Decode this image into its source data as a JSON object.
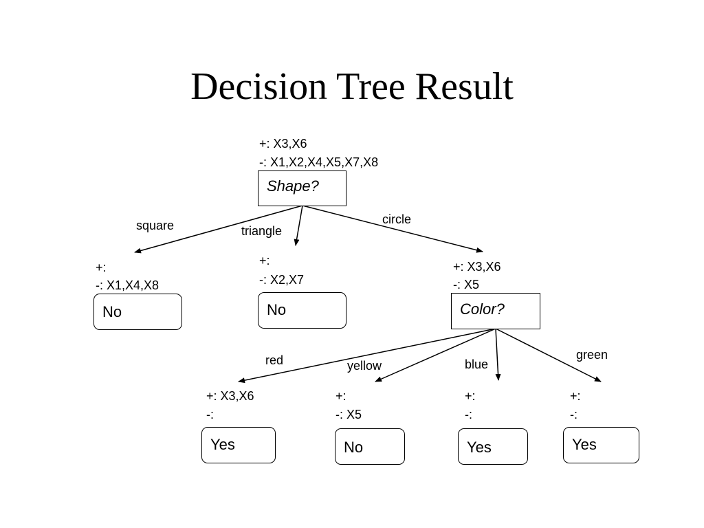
{
  "title": "Decision Tree Result",
  "root": {
    "pos": "+: X3,X6",
    "neg": "-: X1,X2,X4,X5,X7,X8",
    "question": "Shape?"
  },
  "branches": {
    "square": {
      "edge_label": "square",
      "pos": "+:",
      "neg": "-: X1,X4,X8",
      "result": "No"
    },
    "triangle": {
      "edge_label": "triangle",
      "pos": "+:",
      "neg": "-: X2,X7",
      "result": "No"
    },
    "circle": {
      "edge_label": "circle",
      "pos": "+: X3,X6",
      "neg": "-: X5",
      "question": "Color?"
    }
  },
  "color_branches": {
    "red": {
      "edge_label": "red",
      "pos": "+: X3,X6",
      "neg": "-:",
      "result": "Yes"
    },
    "yellow": {
      "edge_label": "yellow",
      "pos": "+:",
      "neg": "-: X5",
      "result": "No"
    },
    "blue": {
      "edge_label": "blue",
      "pos": "+:",
      "neg": "-:",
      "result": "Yes"
    },
    "green": {
      "edge_label": "green",
      "pos": "+:",
      "neg": "-:",
      "result": "Yes"
    }
  }
}
